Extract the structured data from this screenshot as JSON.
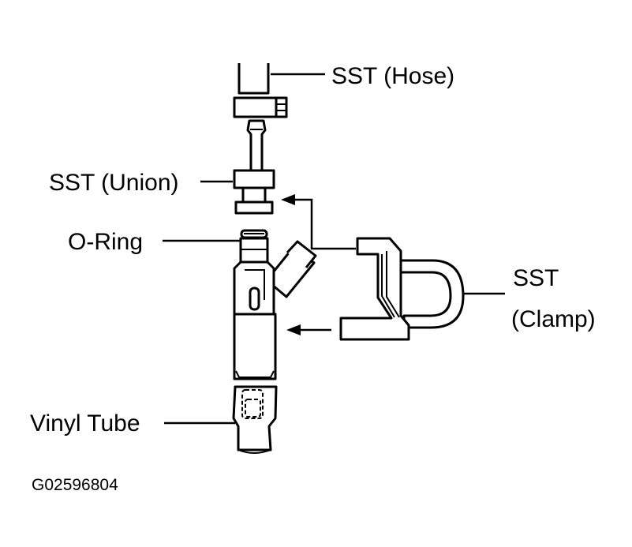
{
  "labels": {
    "hose": "SST (Hose)",
    "union": "SST (Union)",
    "oring": "O-Ring",
    "clamp_line1": "SST",
    "clamp_line2": "(Clamp)",
    "vinyl": "Vinyl Tube"
  },
  "figure_code": "G02596804",
  "colors": {
    "ink": "#000000",
    "paper": "#ffffff"
  }
}
